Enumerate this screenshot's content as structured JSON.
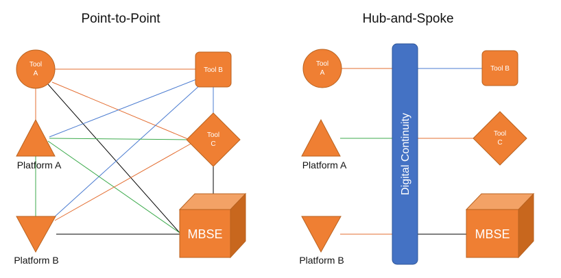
{
  "colors": {
    "node_fill": "#EF7F33",
    "node_stroke": "#B8621F",
    "cube_top": "#F3A266",
    "cube_side": "#C8671E",
    "bus_fill": "#4472C4",
    "bus_stroke": "#2E5597",
    "edge_orange": "#E36C2F",
    "edge_blue": "#4A7BD0",
    "edge_green": "#3BAA4B",
    "edge_black": "#000000",
    "text": "#111111",
    "node_text": "#FFFFFF"
  },
  "point_to_point": {
    "title": "Point-to-Point",
    "tool_a": {
      "line1": "Tool",
      "line2": "A"
    },
    "tool_b": {
      "label": "Tool B"
    },
    "tool_c": {
      "line1": "Tool",
      "line2": "C"
    },
    "platform_a": {
      "label": "Platform A"
    },
    "platform_b": {
      "label": "Platform B"
    },
    "mbse": {
      "label": "MBSE"
    }
  },
  "hub_and_spoke": {
    "title": "Hub-and-Spoke",
    "tool_a": {
      "line1": "Tool",
      "line2": "A"
    },
    "tool_b": {
      "label": "Tool B"
    },
    "tool_c": {
      "line1": "Tool",
      "line2": "C"
    },
    "platform_a": {
      "label": "Platform A"
    },
    "platform_b": {
      "label": "Platform B"
    },
    "mbse": {
      "label": "MBSE"
    },
    "hub": {
      "label": "Digital Continuity"
    }
  }
}
